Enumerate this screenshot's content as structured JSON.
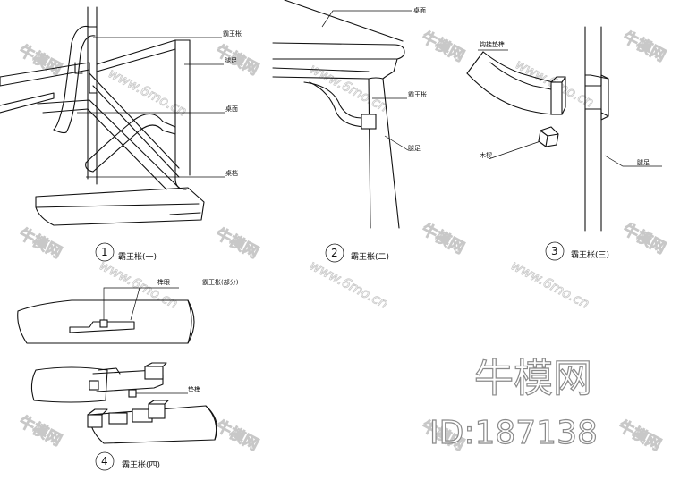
{
  "watermark": {
    "brand": "牛模网",
    "url": "www.6mo.cn",
    "id": "ID:187138"
  },
  "panels": {
    "p1": {
      "number": "1",
      "caption": "霸王枨(一)",
      "labels": [
        "霸王枨",
        "腿足",
        "桌面",
        "桌档"
      ]
    },
    "p2": {
      "number": "2",
      "caption": "霸王枨(二)",
      "labels": [
        "桌面",
        "霸王枨",
        "腿足"
      ]
    },
    "p3": {
      "number": "3",
      "caption": "霸王枨(三)",
      "labels": [
        "钩挂垫榫",
        "木楔",
        "腿足"
      ]
    },
    "p4": {
      "number": "4",
      "caption": "霸王枨(四)",
      "labels": [
        "榫眼",
        "霸王枨(部分)",
        "垫榫"
      ]
    }
  }
}
